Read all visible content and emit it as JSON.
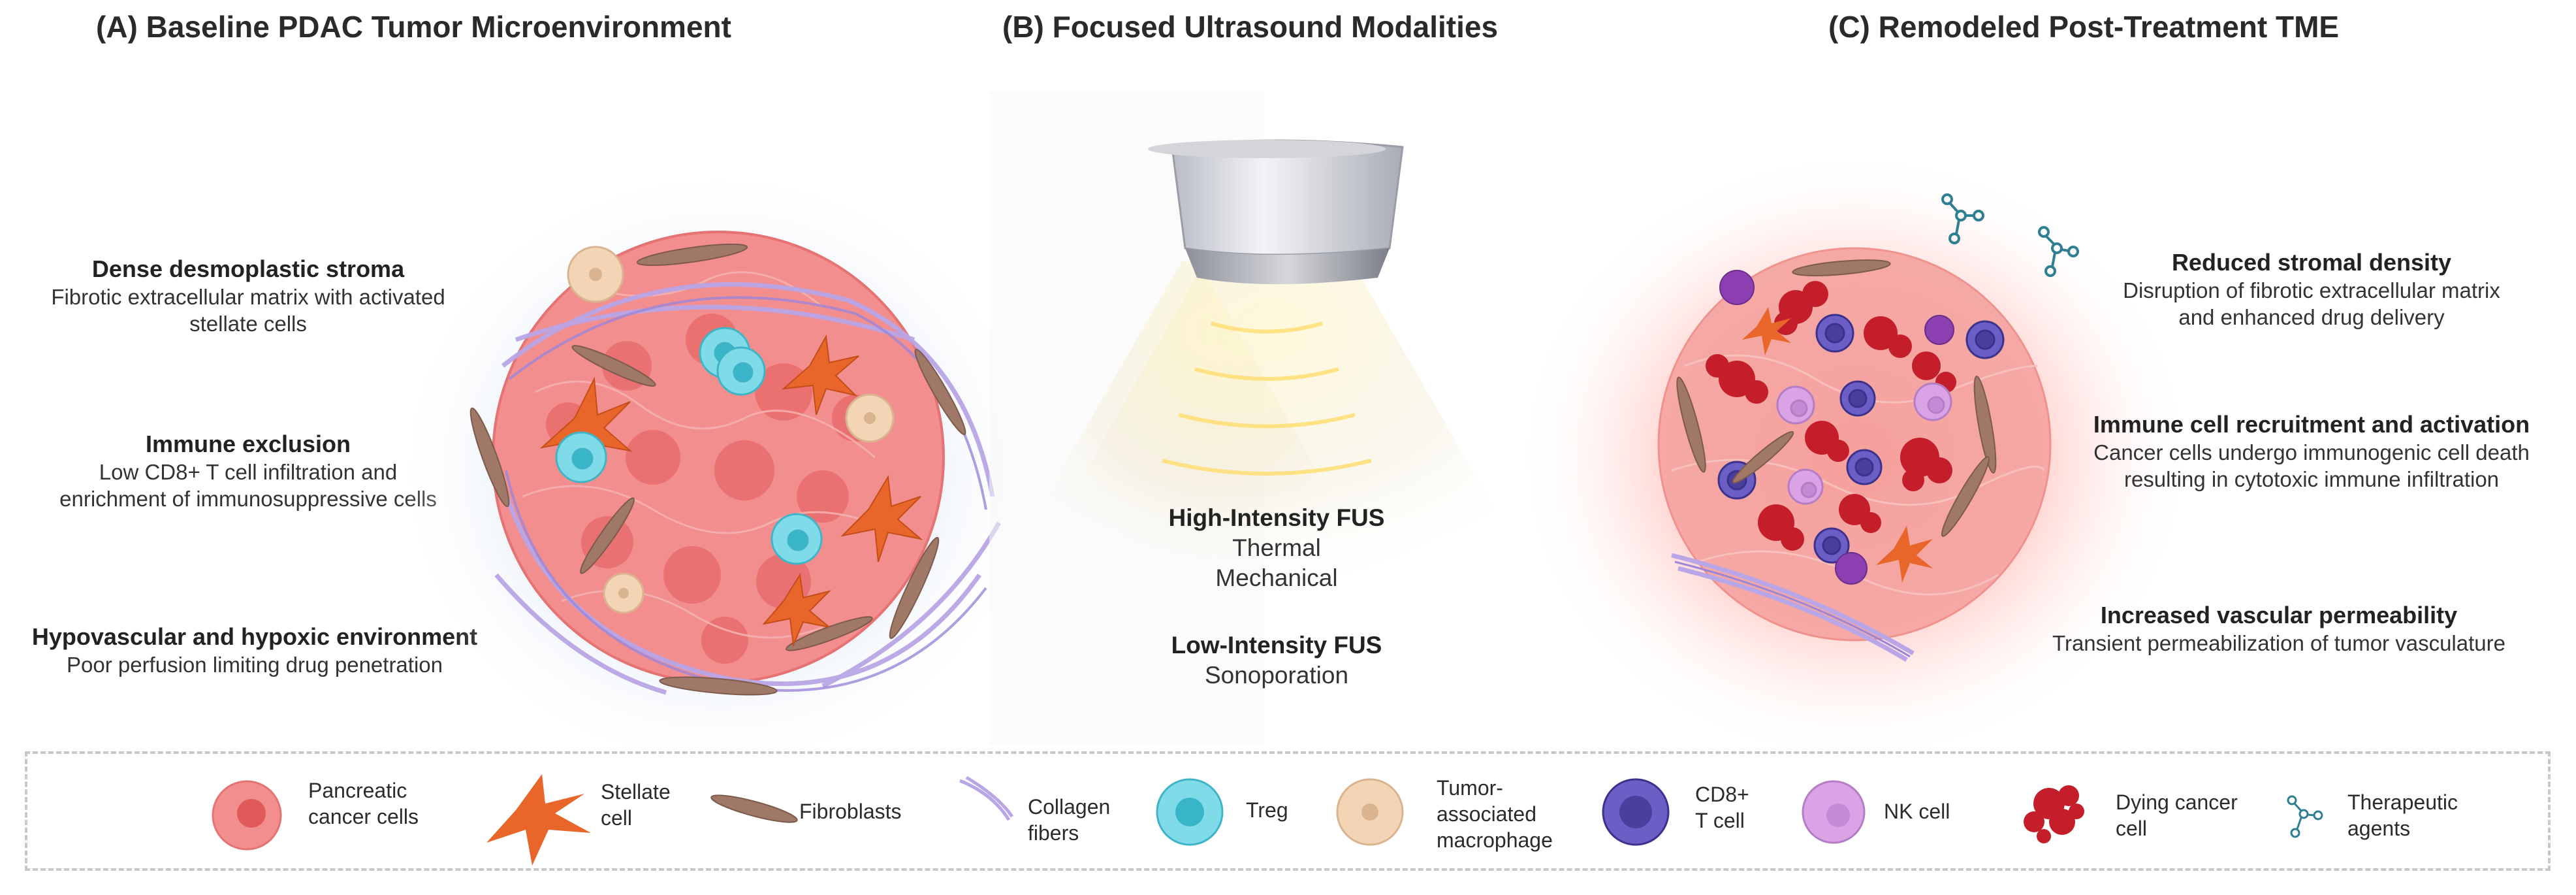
{
  "panels": {
    "a": {
      "title": "(A) Baseline PDAC Tumor Microenvironment",
      "features": [
        {
          "heading": "Dense desmoplastic stroma",
          "lines": [
            "Fibrotic extracellular matrix with activated",
            "stellate cells"
          ]
        },
        {
          "heading": "Immune exclusion",
          "lines": [
            "Low CD8+ T cell infiltration and",
            "enrichment of immunosuppressive cells"
          ]
        },
        {
          "heading": "Hypovascular and hypoxic environment",
          "lines": [
            "Poor perfusion limiting drug penetration"
          ]
        }
      ]
    },
    "b": {
      "title": "(B) Focused Ultrasound Modalities",
      "high": {
        "heading": "High-Intensity FUS",
        "lines": [
          "Thermal",
          "Mechanical"
        ]
      },
      "low": {
        "heading": "Low-Intensity FUS",
        "lines": [
          "Sonoporation"
        ]
      }
    },
    "c": {
      "title": "(C) Remodeled Post-Treatment TME",
      "features": [
        {
          "heading": "Reduced stromal density",
          "lines": [
            "Disruption of fibrotic extracellular matrix",
            "and enhanced drug delivery"
          ]
        },
        {
          "heading": "Immune cell recruitment and activation",
          "lines": [
            "Cancer cells undergo immunogenic cell death",
            "resulting in cytotoxic immune infiltration"
          ]
        },
        {
          "heading": "Increased vascular permeability",
          "lines": [
            "Transient permeabilization of tumor vasculature"
          ]
        }
      ]
    }
  },
  "legend": [
    {
      "icon": "pancreatic-cancer-cell-icon",
      "label": "Pancreatic\ncancer cells"
    },
    {
      "icon": "stellate-cell-icon",
      "label": "Stellate\ncell"
    },
    {
      "icon": "fibroblast-icon",
      "label": "Fibroblasts"
    },
    {
      "icon": "collagen-fiber-icon",
      "label": "Collagen\nfibers"
    },
    {
      "icon": "treg-icon",
      "label": "Treg"
    },
    {
      "icon": "macrophage-icon",
      "label": "Tumor-\nassociated\nmacrophage"
    },
    {
      "icon": "cd8-t-cell-icon",
      "label": "CD8+\nT cell"
    },
    {
      "icon": "nk-cell-icon",
      "label": "NK cell"
    },
    {
      "icon": "dying-cancer-cell-icon",
      "label": "Dying cancer\ncell"
    },
    {
      "icon": "therapeutic-agent-icon",
      "label": "Therapeutic\nagents"
    }
  ],
  "colors": {
    "cancer": "#f08a8a",
    "stellate": "#e8662a",
    "fibroblast": "#a07868",
    "collagen": "#b9a6e6",
    "treg": "#6fd3e0",
    "macrophage": "#f3d5b5",
    "cd8": "#5b4fb8",
    "nk": "#d9a3e6",
    "dying": "#c41e2a",
    "agent": "#2f7f93"
  }
}
